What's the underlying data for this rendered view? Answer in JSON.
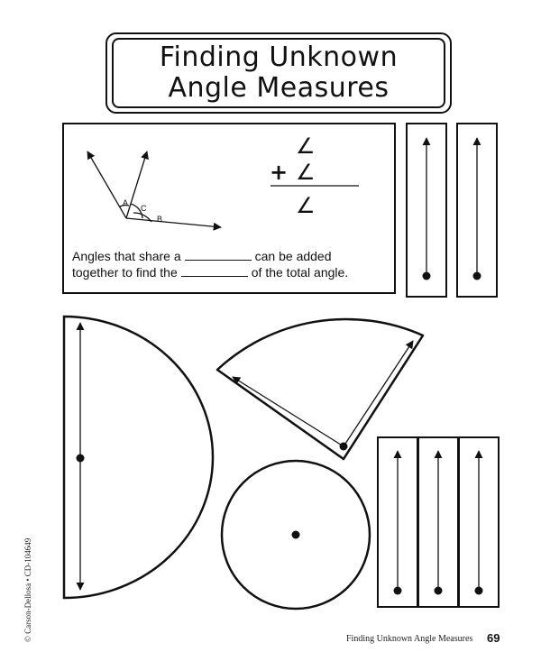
{
  "title": {
    "line1": "Finding Unknown",
    "line2": "Angle Measures"
  },
  "diagram": {
    "labels": [
      "A",
      "C",
      "B"
    ]
  },
  "equation": {
    "symbol": "∠",
    "plus": "+"
  },
  "sentence": {
    "line1_before": "Angles that share a",
    "line1_after": "can be added",
    "line2_before": "together to find the",
    "line2_after": "of the total angle."
  },
  "footer": {
    "credit": "© Carson-Dellosa • CD-104649",
    "section_title": "Finding Unknown Angle Measures",
    "page_number": "69"
  }
}
